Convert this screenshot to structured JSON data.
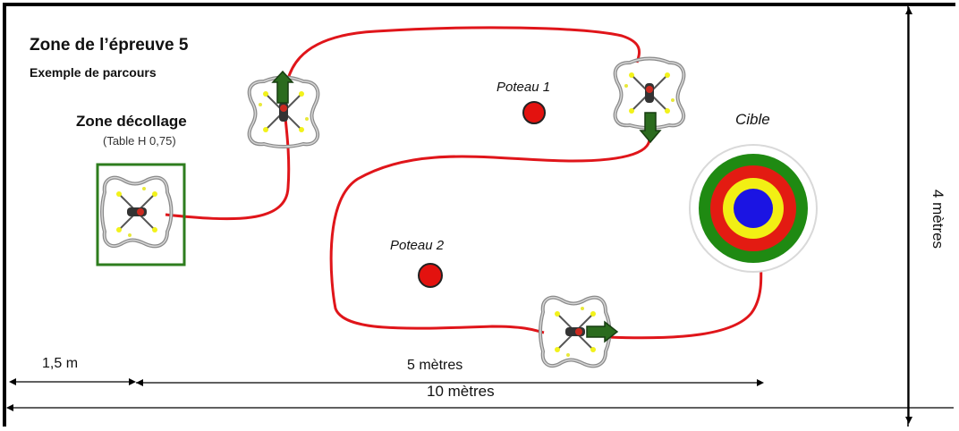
{
  "zone": {
    "title": "Zone de l’épreuve 5",
    "subtitle": "Exemple de parcours"
  },
  "takeoff": {
    "title": "Zone décollage",
    "subtitle": "(Table H 0,75)"
  },
  "poles": [
    {
      "label": "Poteau 1"
    },
    {
      "label": "Poteau 2"
    }
  ],
  "target": {
    "label": "Cible",
    "ring_colors": [
      "#1f8a12",
      "#e31b12",
      "#f2ef14",
      "#1b14e3"
    ]
  },
  "dimensions": {
    "width_small": "1,5 m",
    "width_mid": "5 mètres",
    "width_total": "10 mètres",
    "height": "4 mètres"
  },
  "colors": {
    "path": "#e0151a",
    "pole": "#e3120f",
    "arrow": "#2b6b1e",
    "takeoff_border": "#2e7d1e",
    "frame": "#000000"
  },
  "icons": [
    "drone-icon",
    "arrow-up-icon",
    "arrow-down-icon",
    "arrow-right-icon"
  ]
}
